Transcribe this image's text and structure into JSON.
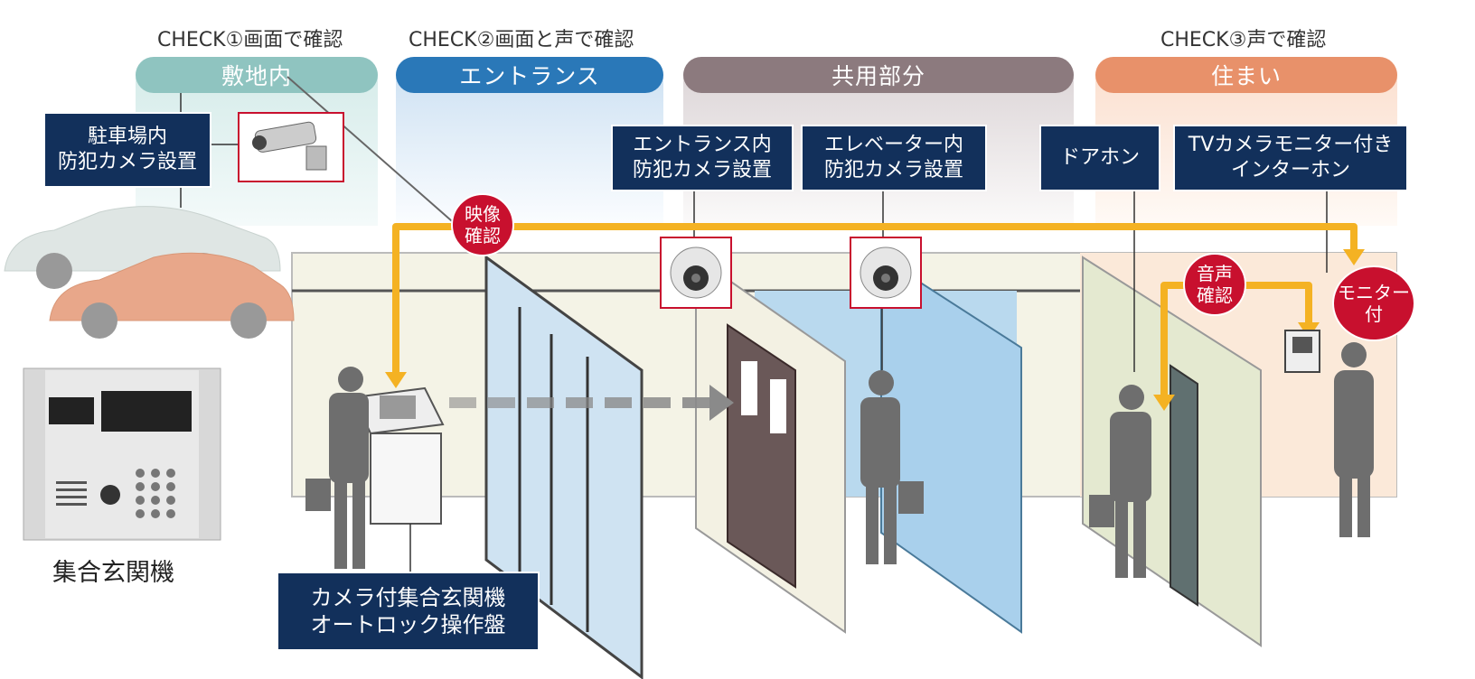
{
  "checks": [
    {
      "id": "check1",
      "text": "CHECK①画面で確認"
    },
    {
      "id": "check2",
      "text": "CHECK②画面と声で確認"
    },
    {
      "id": "check3",
      "text": "CHECK③声で確認"
    }
  ],
  "zones": [
    {
      "id": "site",
      "label": "敷地内",
      "color": "#8fc4c0"
    },
    {
      "id": "entrance",
      "label": "エントランス",
      "color": "#2a78b8"
    },
    {
      "id": "common",
      "label": "共用部分",
      "color": "#8c7a7e"
    },
    {
      "id": "residence",
      "label": "住まい",
      "color": "#e8916a"
    }
  ],
  "labels": {
    "parking_camera": "駐車場内\n防犯カメラ設置",
    "entrance_camera": "エントランス内\n防犯カメラ設置",
    "elevator_camera": "エレベーター内\n防犯カメラ設置",
    "door_phone": "ドアホン",
    "tv_intercom": "TVカメラモニター付き\nインターホン",
    "panel": "カメラ付集合玄関機\nオートロック操作盤"
  },
  "badges": {
    "video_check": "映像\n確認",
    "voice_check": "音声\n確認",
    "monitor": "モニター\n付"
  },
  "caption": "集合玄関機",
  "colors": {
    "navy": "#12305b",
    "accent_red": "#c8102e",
    "arrow_yellow": "#f4b223",
    "silhouette": "#6e6e6e"
  }
}
